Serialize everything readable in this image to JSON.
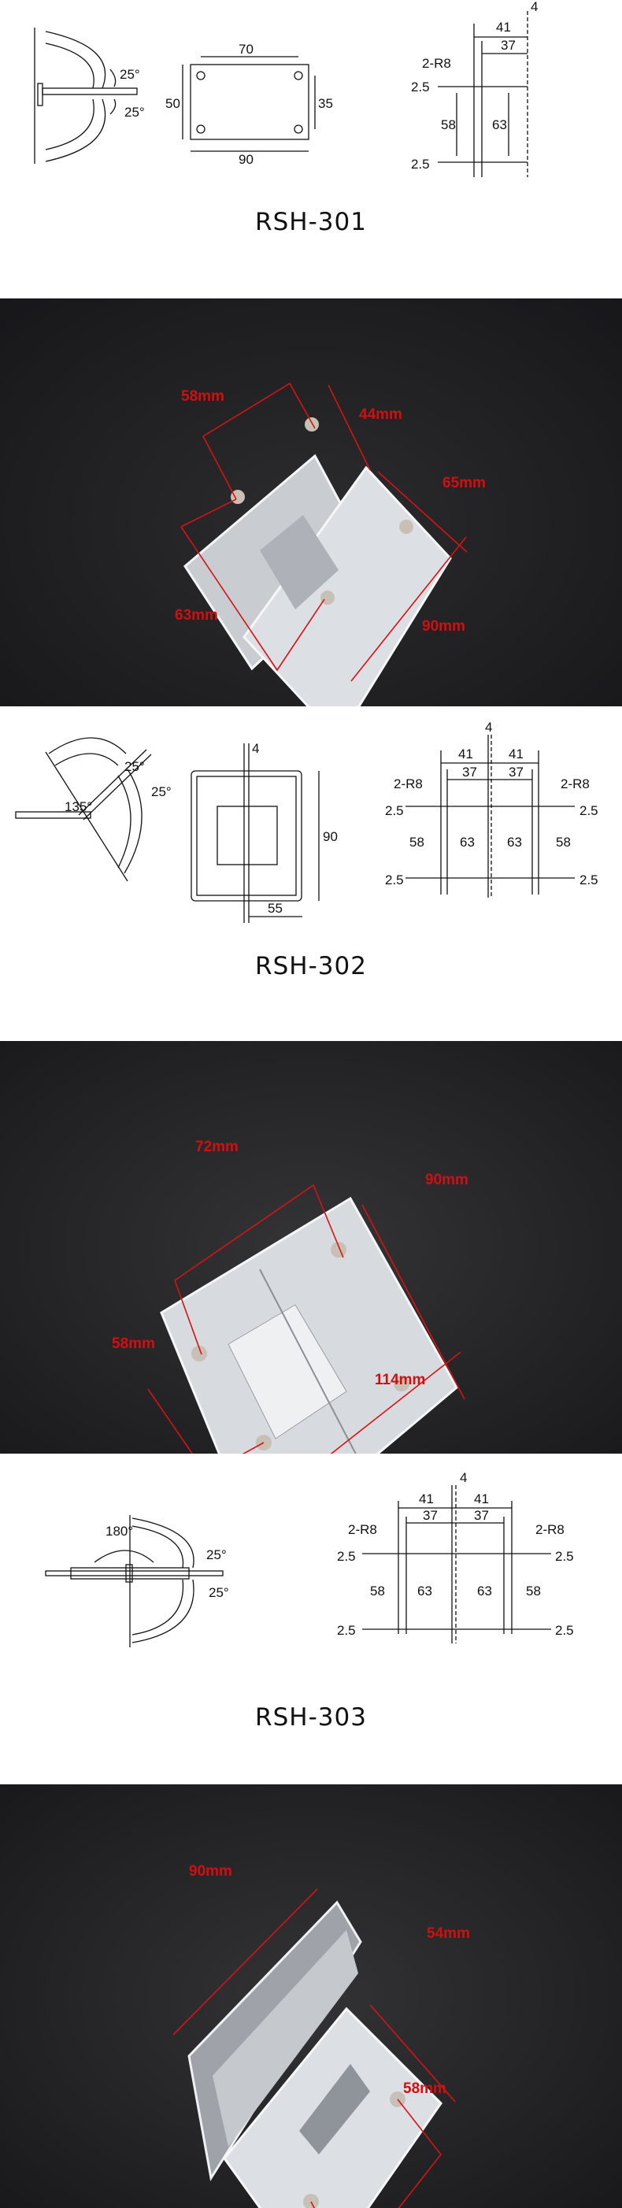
{
  "rsh301": {
    "title": "RSH-301",
    "swing": {
      "angle_top": "25°",
      "angle_bottom": "25°"
    },
    "plate": {
      "top": "70",
      "bottom": "90",
      "left": "50",
      "right": "35"
    },
    "section": {
      "w_outer": "41",
      "w_inner": "37",
      "radius": "2-R8",
      "gap_top": "2.5",
      "gap_bottom": "2.5",
      "h_inner": "58",
      "h_outer": "63",
      "glass": "4"
    }
  },
  "photo1": {
    "labels": [
      "58mm",
      "44mm",
      "65mm",
      "63mm",
      "90mm"
    ]
  },
  "rsh302": {
    "title": "RSH-302",
    "swing": {
      "angle_main": "135°",
      "angle_a": "25°",
      "angle_b": "25°"
    },
    "plate": {
      "gap": "4",
      "height": "90",
      "width": "55"
    },
    "section": {
      "glass": "4",
      "w_outer_l": "41",
      "w_outer_r": "41",
      "w_inner_l": "37",
      "w_inner_r": "37",
      "radius_l": "2-R8",
      "radius_r": "2-R8",
      "gap_tl": "2.5",
      "gap_tr": "2.5",
      "gap_bl": "2.5",
      "gap_br": "2.5",
      "h58_l": "58",
      "h63_l": "63",
      "h63_r": "63",
      "h58_r": "58"
    }
  },
  "photo2": {
    "labels": [
      "72mm",
      "90mm",
      "58mm",
      "114mm"
    ]
  },
  "rsh303": {
    "title": "RSH-303",
    "swing": {
      "angle_main": "180°",
      "angle_a": "25°",
      "angle_b": "25°"
    },
    "section": {
      "glass": "4",
      "w_outer_l": "41",
      "w_outer_r": "41",
      "w_inner_l": "37",
      "w_inner_r": "37",
      "radius_l": "2-R8",
      "radius_r": "2-R8",
      "gap_tl": "2.5",
      "gap_tr": "2.5",
      "gap_bl": "2.5",
      "gap_br": "2.5",
      "h58_l": "58",
      "h63_l": "63",
      "h63_r": "63",
      "h58_r": "58"
    }
  },
  "photo3": {
    "labels": [
      "90mm",
      "54mm",
      "58mm"
    ]
  },
  "colors": {
    "dimension_red": "#d01010",
    "photo_bg": "#1f1f21",
    "chrome": "#dcdfe3"
  }
}
